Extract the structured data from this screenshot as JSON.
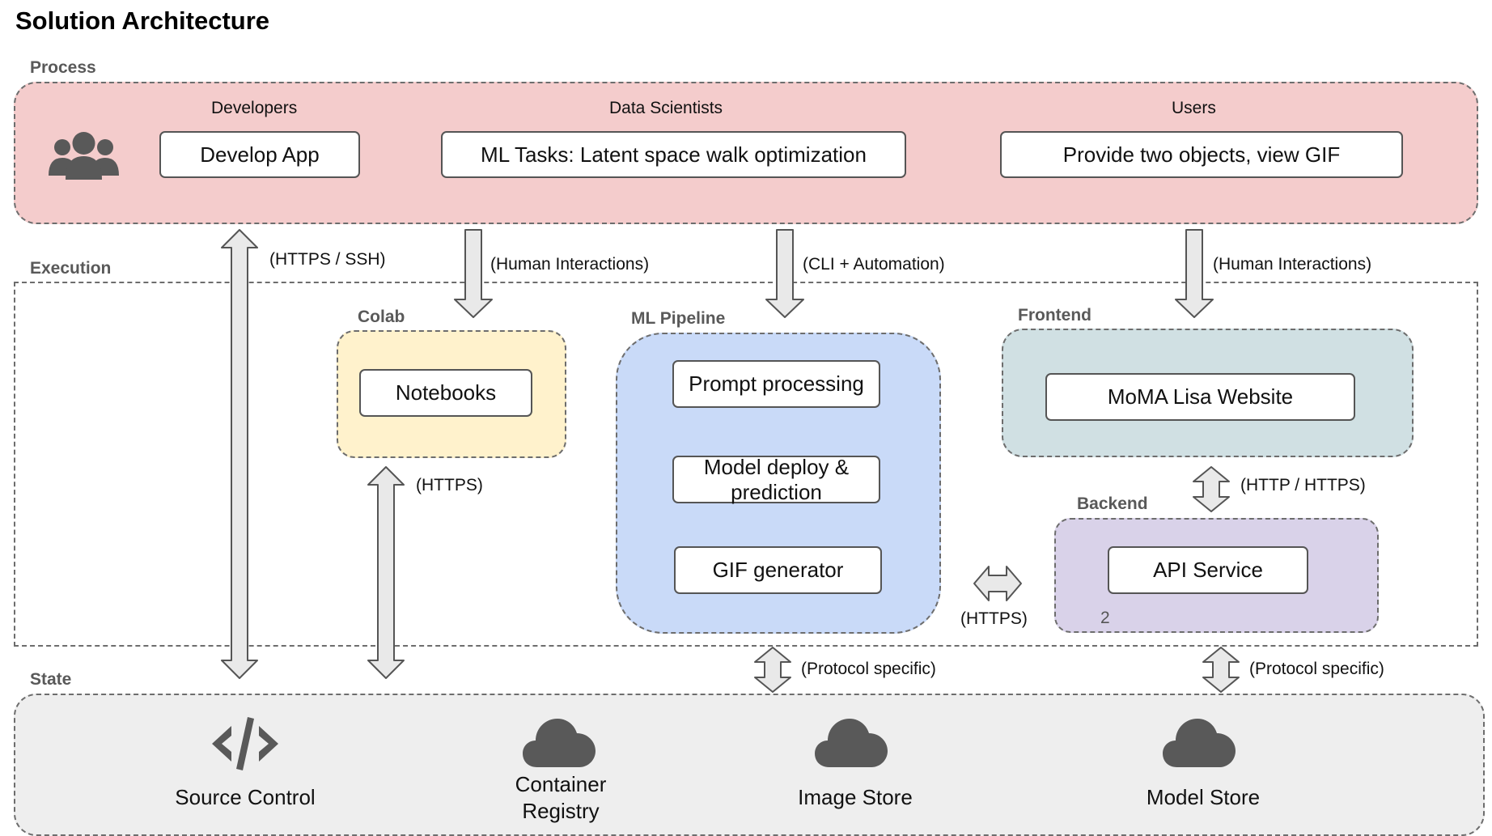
{
  "title": "Solution Architecture",
  "sections": {
    "process": "Process",
    "execution": "Execution",
    "state": "State"
  },
  "process": {
    "icon": "users-group-icon",
    "roles": [
      "Developers",
      "Data Scientists",
      "Users"
    ],
    "boxes": [
      "Develop App",
      "ML Tasks: Latent space walk optimization",
      "Provide two objects, view GIF"
    ]
  },
  "groups": {
    "colab": {
      "label": "Colab",
      "items": [
        "Notebooks"
      ]
    },
    "ml_pipeline": {
      "label": "ML Pipeline",
      "items": [
        "Prompt processing",
        "Model deploy & prediction",
        "GIF generator"
      ]
    },
    "frontend": {
      "label": "Frontend",
      "items": [
        "MoMA Lisa Website"
      ]
    },
    "backend": {
      "label": "Backend",
      "items": [
        "API Service"
      ],
      "badge": "2"
    }
  },
  "edges": {
    "https_ssh": "(HTTPS / SSH)",
    "human_1": "(Human Interactions)",
    "cli": "(CLI + Automation)",
    "human_2": "(Human Interactions)",
    "https_colab": "(HTTPS)",
    "http_https": "(HTTP / HTTPS)",
    "https_backend": "(HTTPS)",
    "protocol_1": "(Protocol specific)",
    "protocol_2": "(Protocol specific)"
  },
  "state": {
    "items": [
      {
        "label": "Source Control",
        "icon": "code-icon"
      },
      {
        "label": "Container Registry",
        "icon": "cloud-icon"
      },
      {
        "label": "Image Store",
        "icon": "cloud-icon"
      },
      {
        "label": "Model Store",
        "icon": "cloud-icon"
      }
    ]
  },
  "colors": {
    "process_fill": "#f4cccc",
    "colab_fill": "#fff2cc",
    "pipeline_fill": "#c9daf8",
    "frontend_fill": "#d0e0e3",
    "backend_fill": "#d9d2e9",
    "state_fill": "#eeeeee",
    "arrow_fill": "#e9e9e9",
    "icon_fill": "#595959"
  }
}
